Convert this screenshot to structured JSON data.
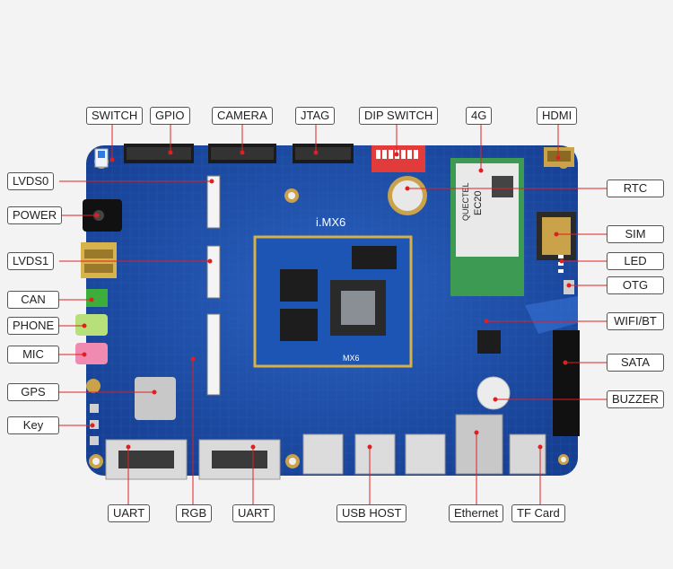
{
  "board": {
    "cpu_label": "i.MX6",
    "som_label": "MX6",
    "modem_brand": "QUECTEL",
    "modem_model": "EC20"
  },
  "callouts": {
    "switch": "SWITCH",
    "gpio": "GPIO",
    "camera": "CAMERA",
    "jtag": "JTAG",
    "dip_switch": "DIP SWITCH",
    "g4": "4G",
    "hdmi": "HDMI",
    "lvds0": "LVDS0",
    "power": "POWER",
    "lvds1": "LVDS1",
    "can": "CAN",
    "phone": "PHONE",
    "mic": "MIC",
    "gps": "GPS",
    "key": "Key",
    "rtc": "RTC",
    "sim": "SIM",
    "led": "LED",
    "otg": "OTG",
    "wifi_bt": "WIFI/BT",
    "sata": "SATA",
    "buzzer": "BUZZER",
    "uart_left": "UART",
    "rgb": "RGB",
    "uart_right": "UART",
    "usb_host": "USB HOST",
    "ethernet": "Ethernet",
    "tf_card": "TF Card"
  },
  "colors": {
    "pcb": "#1a4fa8",
    "pcb_dark": "#123a80",
    "leader": "#e02020",
    "label_border": "#555555"
  }
}
